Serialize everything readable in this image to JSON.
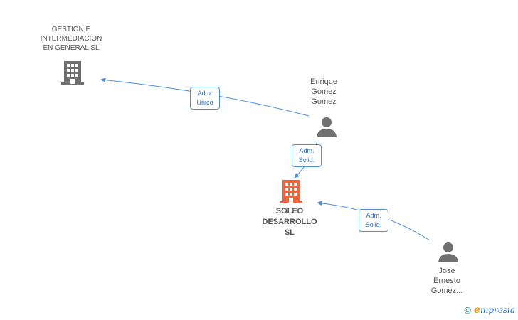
{
  "nodes": {
    "gestion": {
      "name_lines": [
        "GESTION E",
        "INTERMEDIACION",
        "EN GENERAL SL"
      ],
      "icon": "building-icon",
      "color": "#707070"
    },
    "enrique": {
      "name_lines": [
        "Enrique",
        "Gomez",
        "Gomez"
      ],
      "icon": "person-icon",
      "color": "#707070"
    },
    "soleo": {
      "name_lines": [
        "SOLEO",
        "DESARROLLO",
        "SL"
      ],
      "icon": "building-icon",
      "color": "#f0653a"
    },
    "jose": {
      "name_lines": [
        "Jose",
        "Ernesto",
        "Gomez..."
      ],
      "icon": "person-icon",
      "color": "#707070"
    }
  },
  "edges": [
    {
      "from": "enrique",
      "to": "gestion",
      "label_lines": [
        "Adm.",
        "Unico"
      ]
    },
    {
      "from": "enrique",
      "to": "soleo",
      "label_lines": [
        "Adm.",
        "Solid."
      ]
    },
    {
      "from": "jose",
      "to": "soleo",
      "label_lines": [
        "Adm.",
        "Solid."
      ]
    }
  ],
  "colors": {
    "edge": "#4a90d9",
    "label_border": "#4a90d9",
    "label_text": "#2e6fc4"
  },
  "brand": {
    "copyright": "©",
    "mark": "e",
    "word": "mpresia"
  }
}
